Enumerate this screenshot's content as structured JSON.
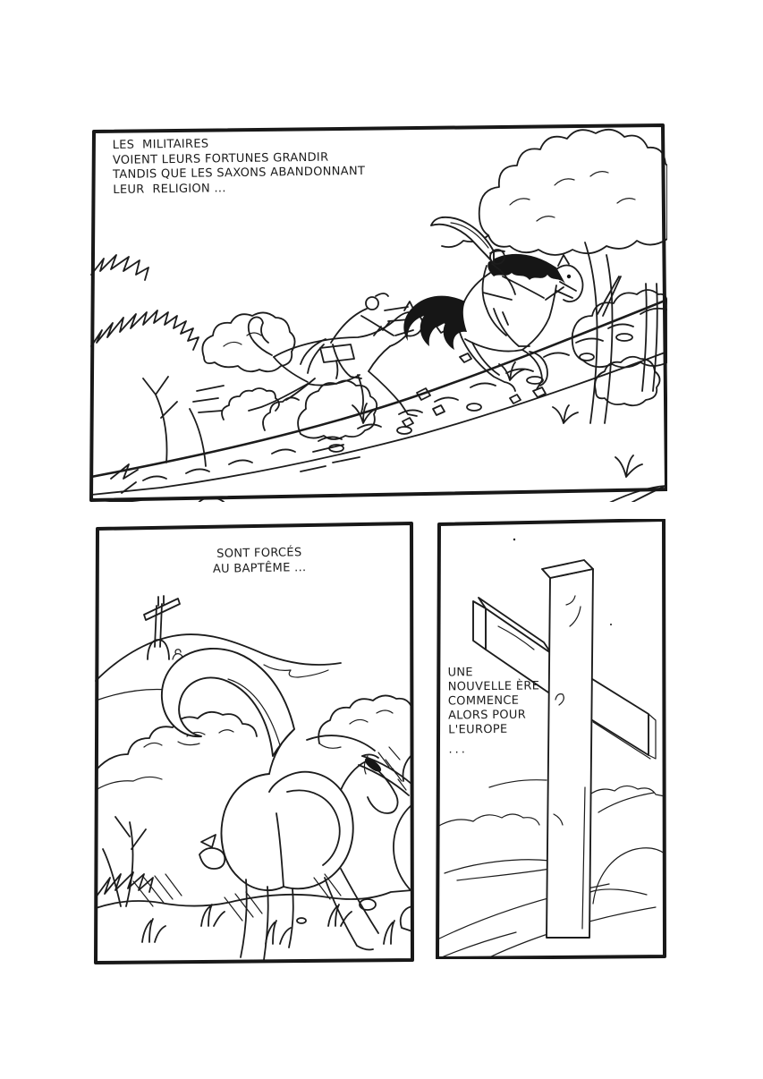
{
  "page": {
    "background": "#ffffff",
    "ink": "#1c1c1c"
  },
  "panels": [
    {
      "name": "panel-top",
      "scene": "two-riders-galloping-downhill",
      "caption_lines": [
        "LES  MILITAIRES",
        "VOIENT LEURS FORTUNES GRANDIR",
        "TANDIS QUE LES SAXONS ABANDONNANT",
        "LEUR  RELIGION ..."
      ]
    },
    {
      "name": "panel-bottom-left",
      "scene": "horse-rear-view-with-cross-on-hill",
      "caption_lines": [
        "SONT FORCÉS",
        "AU BAPTÊME ..."
      ]
    },
    {
      "name": "panel-bottom-right",
      "scene": "large-wooden-cross-against-sky",
      "caption_lines": [
        "UNE",
        "NOUVELLE ÈRE",
        "COMMENCE",
        "ALORS POUR",
        "L'EUROPE",
        "..."
      ]
    }
  ]
}
